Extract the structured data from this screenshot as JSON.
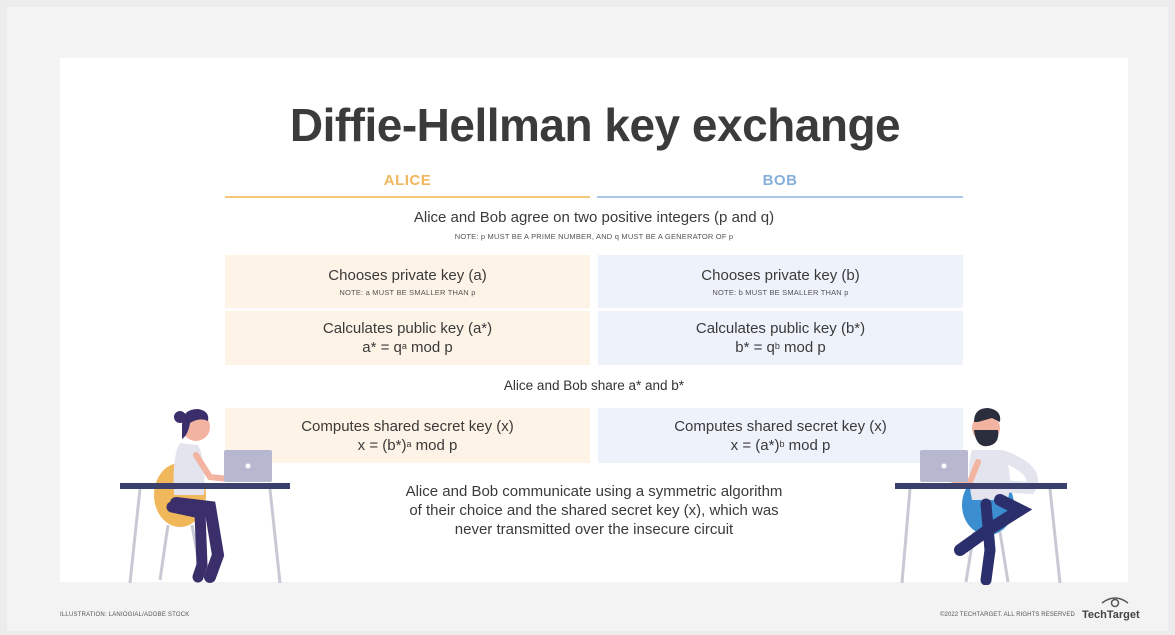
{
  "title": "Diffie-Hellman key exchange",
  "columns": {
    "alice": "ALICE",
    "bob": "BOB"
  },
  "agree": {
    "text": "Alice and Bob agree on two positive integers (p and q)",
    "note": "NOTE: p MUST BE A PRIME NUMBER, AND q MUST BE A GENERATOR OF p"
  },
  "alice": {
    "private_title": "Chooses private key (a)",
    "private_note": "NOTE: a MUST BE SMALLER THAN p",
    "public_title": "Calculates public key (a*)",
    "public_formula_lhs": "a* = q",
    "public_formula_sup": "a",
    "public_formula_rhs": " mod p",
    "secret_title": "Computes shared secret key (x)",
    "secret_formula_lhs": "x = (b*)",
    "secret_formula_sup": "a",
    "secret_formula_rhs": " mod p"
  },
  "bob": {
    "private_title": "Chooses private key (b)",
    "private_note": "NOTE: b MUST BE SMALLER THAN p",
    "public_title": "Calculates public key (b*)",
    "public_formula_lhs": "b* = q",
    "public_formula_sup": "b",
    "public_formula_rhs": " mod p",
    "secret_title": "Computes shared secret key (x)",
    "secret_formula_lhs": "x = (a*)",
    "secret_formula_sup": "b",
    "secret_formula_rhs": " mod p"
  },
  "share": "Alice and Bob share a* and b*",
  "final": {
    "line1": "Alice and Bob communicate using a symmetric algorithm",
    "line2": "of their choice and the shared secret key (x), which was",
    "line3": "never transmitted over the insecure circuit"
  },
  "footer": {
    "credit": "ILLUSTRATION: LANIOGIAL/ADOBE STOCK",
    "copyright": "©2022 TECHTARGET. ALL RIGHTS RESERVED",
    "brand": "TechTarget"
  },
  "colors": {
    "alice_accent": "#f0b75e",
    "bob_accent": "#86b0da",
    "alice_fill": "#fdf3e6",
    "bob_fill": "#eef2fa"
  }
}
